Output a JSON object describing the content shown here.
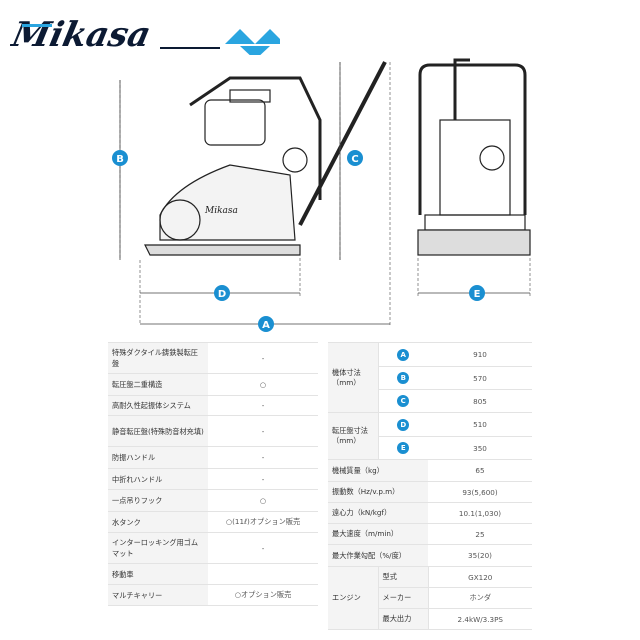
{
  "brand": {
    "logo_text": "Mikasa",
    "logo_color": "#0c1a33",
    "mark_color": "#2aa5e0"
  },
  "drawing": {
    "labels": [
      "A",
      "B",
      "C",
      "D",
      "E"
    ],
    "machine_brand": "Mikasa",
    "accent": "#1a8fd1"
  },
  "features": [
    {
      "label": "特殊ダクタイル鋳鉄製転圧盤",
      "value": "-"
    },
    {
      "label": "転圧盤二重構造",
      "value": "○"
    },
    {
      "label": "高耐久性起振体システム",
      "value": "-"
    },
    {
      "label": "静音転圧盤(特殊防音材充填)",
      "value": "-"
    },
    {
      "label": "防振ハンドル",
      "value": "-"
    },
    {
      "label": "中折れハンドル",
      "value": "-"
    },
    {
      "label": "一点吊りフック",
      "value": "○"
    },
    {
      "label": "水タンク",
      "value": "○(11ℓ)オプション販売"
    },
    {
      "label": "インターロッキング用ゴムマット",
      "value": "-"
    },
    {
      "label": "移動車",
      "value": ""
    },
    {
      "label": "マルチキャリー",
      "value": "○オプション販売"
    }
  ],
  "specs": {
    "body_dims_label": "機体寸法\n（mm）",
    "plate_dims_label": "転圧盤寸法\n（mm）",
    "dims": [
      {
        "key": "A",
        "value": "910"
      },
      {
        "key": "B",
        "value": "570"
      },
      {
        "key": "C",
        "value": "805"
      },
      {
        "key": "D",
        "value": "510"
      },
      {
        "key": "E",
        "value": "350"
      }
    ],
    "rows": [
      {
        "label": "機械質量（kg）",
        "value": "65"
      },
      {
        "label": "振動数（Hz/v.p.m）",
        "value": "93(5,600)"
      },
      {
        "label": "遠心力（kN/kgf）",
        "value": "10.1(1,030)"
      },
      {
        "label": "最大速度（m/min）",
        "value": "25"
      },
      {
        "label": "最大作業勾配（%/度）",
        "value": "35(20)"
      }
    ],
    "engine": {
      "label": "エンジン",
      "rows": [
        {
          "label": "型式",
          "value": "GX120"
        },
        {
          "label": "メーカー",
          "value": "ホンダ"
        },
        {
          "label": "最大出力",
          "value": "2.4kW/3.3PS"
        }
      ]
    }
  }
}
